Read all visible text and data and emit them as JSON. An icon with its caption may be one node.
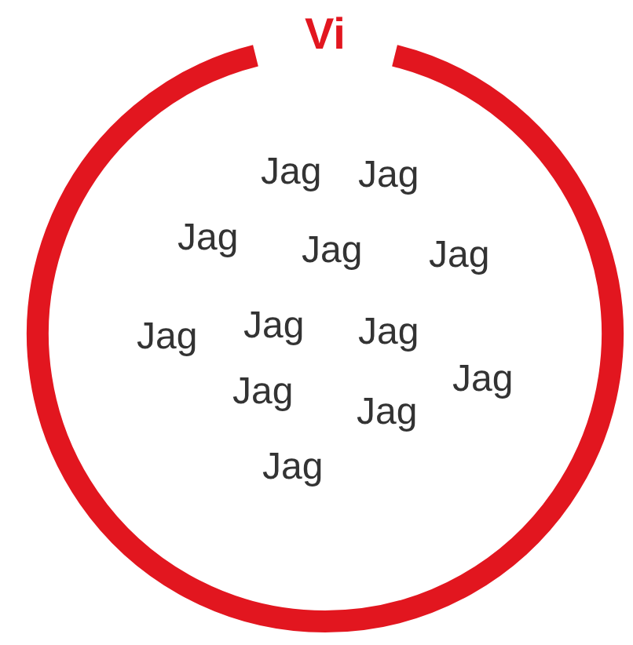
{
  "diagram": {
    "nodes": [
      {
        "text": [
          "Vi",
          "Jag",
          "Jag",
          "Jag",
          "Jag",
          "Jag",
          "Jag",
          "Jag",
          "Jag",
          "Jag",
          "Jag",
          "Jag",
          "Jag"
        ]
      }
    ]
  }
}
